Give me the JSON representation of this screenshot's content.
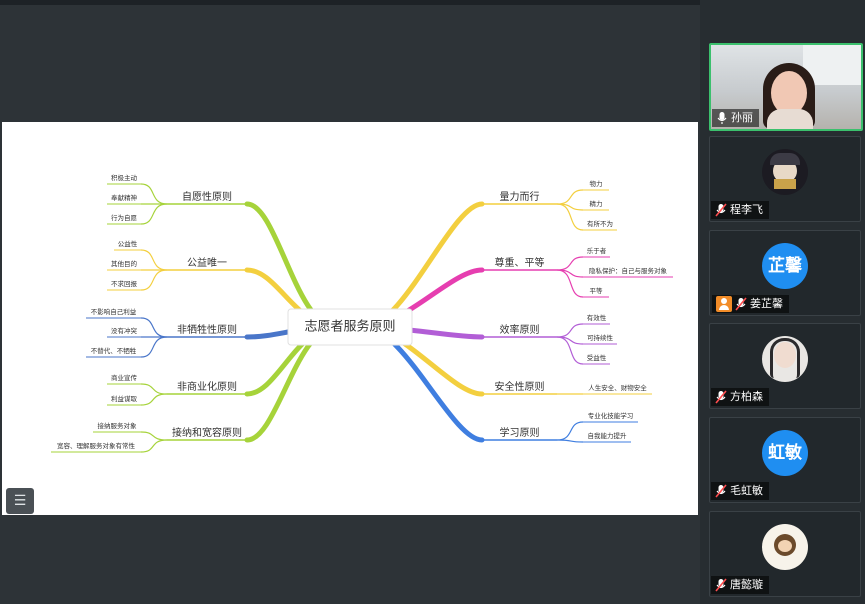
{
  "mindmap": {
    "center": "志愿者服务原则",
    "left": [
      {
        "label": "自愿性原则",
        "color": "#a6d33a",
        "leaves": [
          "积极主动",
          "奉献精神",
          "行为自愿"
        ]
      },
      {
        "label": "公益唯一",
        "color": "#f3cf3f",
        "leaves": [
          "公益性",
          "其他目的",
          "不求回报"
        ]
      },
      {
        "label": "非牺牲性原则",
        "color": "#4a76c9",
        "leaves": [
          "不影响自己利益",
          "没有冲突",
          "不替代、不牺牲"
        ]
      },
      {
        "label": "非商业化原则",
        "color": "#a6d33a",
        "leaves": [
          "商业宣传",
          "利益谋取"
        ]
      },
      {
        "label": "接纳和宽容原则",
        "color": "#a6d33a",
        "leaves": [
          "接纳服务对象",
          "宽容、理解服务对象有常性"
        ]
      }
    ],
    "right": [
      {
        "label": "量力而行",
        "color": "#f3cf3f",
        "leaves": [
          "物力",
          "精力",
          "有所不为"
        ]
      },
      {
        "label": "尊重、平等",
        "color": "#e63eb0",
        "leaves": [
          "乐于者",
          "隐私保护：自己与服务对象",
          "平等"
        ]
      },
      {
        "label": "效率原则",
        "color": "#b25ed6",
        "leaves": [
          "有效性",
          "可持续性",
          "受益性"
        ]
      },
      {
        "label": "安全性原则",
        "color": "#f3cf3f",
        "leaves": [
          "人生安全、财物安全"
        ]
      },
      {
        "label": "学习原则",
        "color": "#3f7ee0",
        "leaves": [
          "专业化技能学习",
          "自我能力提升"
        ]
      }
    ]
  },
  "list_button_icon": "list-icon",
  "participants": [
    {
      "name": "孙丽",
      "type": "video",
      "active": true,
      "mic": "on"
    },
    {
      "name": "程李飞",
      "type": "avatar",
      "mic": "muted"
    },
    {
      "name": "姜芷馨",
      "type": "initials",
      "initials": "芷馨",
      "mic": "muted",
      "person_icon": true
    },
    {
      "name": "方柏森",
      "type": "avatar",
      "mic": "muted"
    },
    {
      "name": "毛虹敏",
      "type": "initials",
      "initials": "虹敏",
      "mic": "muted"
    },
    {
      "name": "唐懿璇",
      "type": "avatar",
      "mic": "muted"
    }
  ]
}
